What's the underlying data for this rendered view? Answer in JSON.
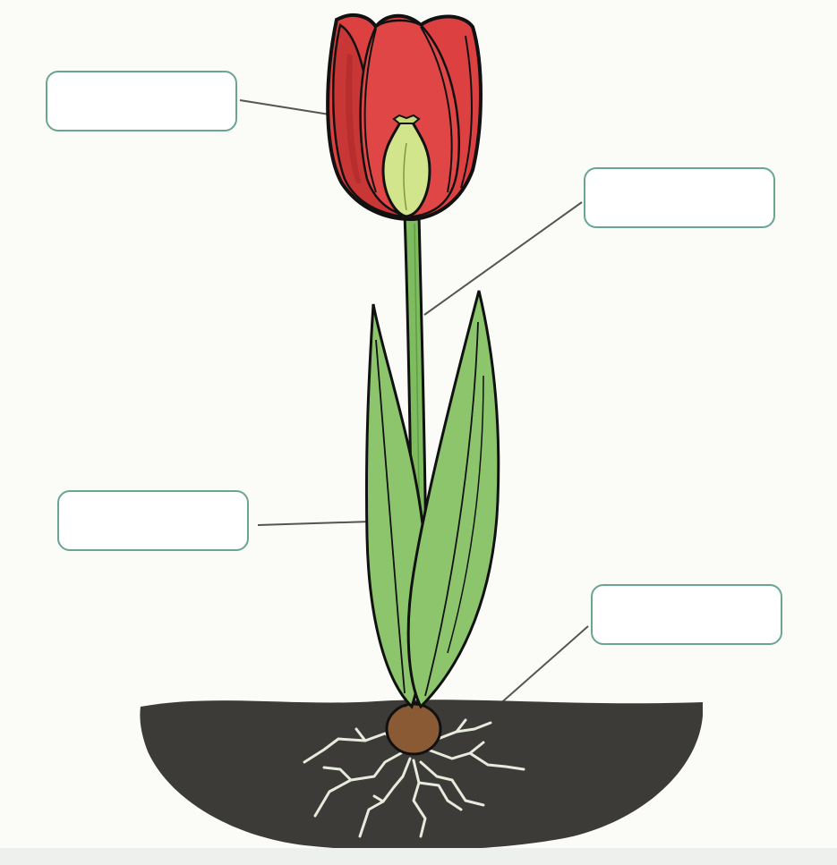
{
  "diagram": {
    "labels": [
      {
        "id": "flower",
        "text": ""
      },
      {
        "id": "stem",
        "text": ""
      },
      {
        "id": "leaf",
        "text": ""
      },
      {
        "id": "roots",
        "text": ""
      }
    ]
  },
  "colors": {
    "petal": "#dc4040",
    "petal_shadow": "#b82e2e",
    "ovary": "#d3e58c",
    "stem": "#7fbc60",
    "leaf": "#8cc56c",
    "leaf_shadow": "#6aa94f",
    "soil": "#3c3b38",
    "bulb": "#8a5a34",
    "roots": "#e6ebdc",
    "outline": "#111111",
    "box_border": "#6aa592",
    "leader_line": "#555555"
  }
}
